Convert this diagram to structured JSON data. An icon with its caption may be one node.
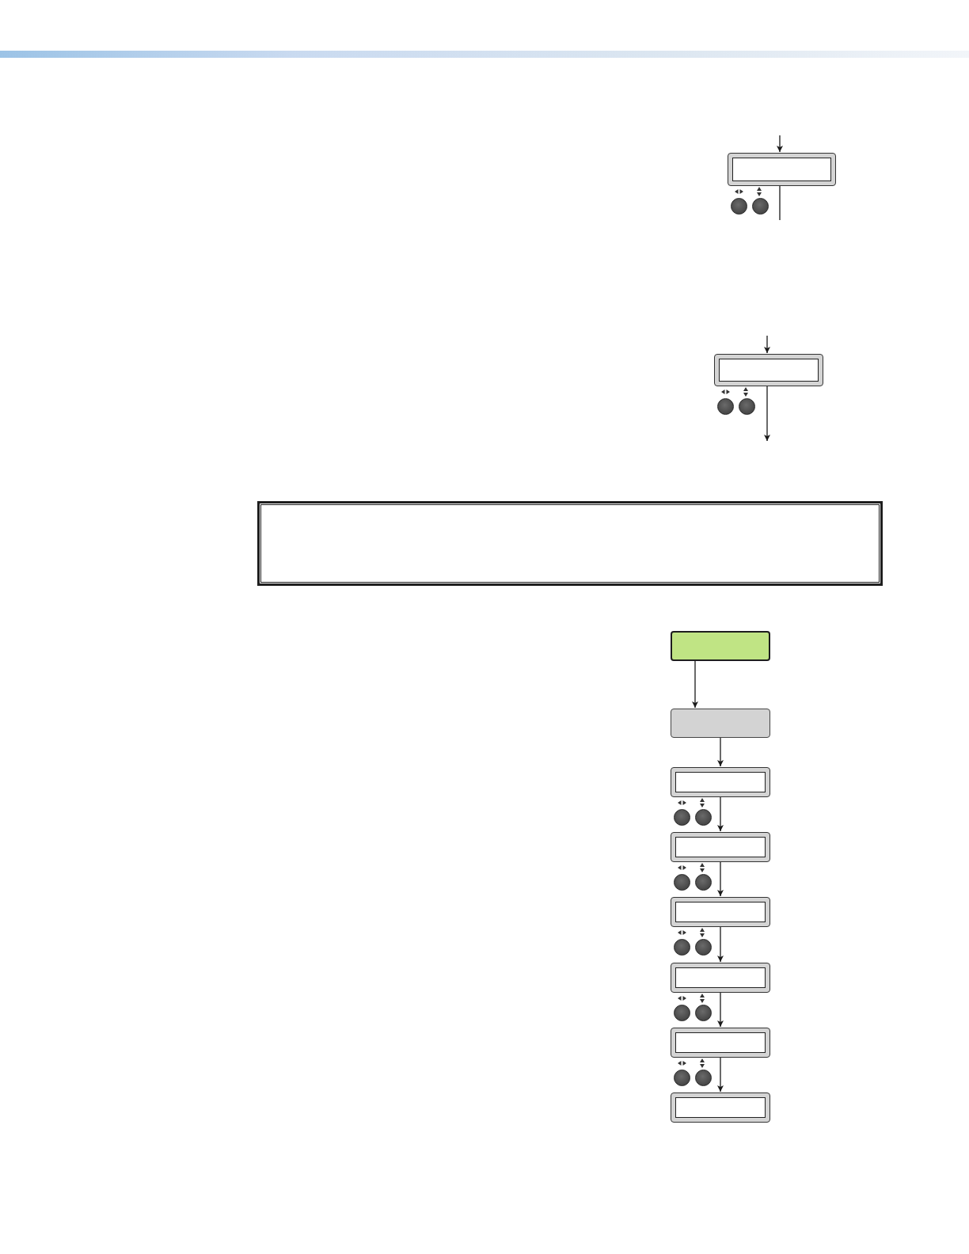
{
  "diagram": {
    "nodes": [
      {
        "text": [],
        "shape": "box"
      },
      {
        "text": [],
        "shape": "box"
      },
      {
        "text": [],
        "shape": "box"
      },
      {
        "text": [],
        "shape": "box"
      },
      {
        "text": [],
        "shape": "box"
      },
      {
        "text": [],
        "shape": "box"
      },
      {
        "text": [],
        "shape": "box"
      },
      {
        "text": [],
        "shape": "box"
      },
      {
        "text": [],
        "shape": "box"
      },
      {
        "text": [],
        "shape": "box"
      }
    ],
    "edges": [
      {
        "from": null,
        "to": 0,
        "arrow": "to"
      },
      {
        "from": 0,
        "to": null,
        "arrow": "none"
      },
      {
        "from": null,
        "to": 1,
        "arrow": "to"
      },
      {
        "from": 1,
        "to": null,
        "arrow": "to"
      },
      {
        "from": 2,
        "to": 3,
        "arrow": "to"
      },
      {
        "from": 3,
        "to": 4,
        "arrow": "to"
      },
      {
        "from": 4,
        "to": 5,
        "arrow": "to"
      },
      {
        "from": 5,
        "to": 6,
        "arrow": "to"
      },
      {
        "from": 6,
        "to": 7,
        "arrow": "to"
      },
      {
        "from": 7,
        "to": 8,
        "arrow": "to"
      },
      {
        "from": 8,
        "to": 9,
        "arrow": "to"
      }
    ]
  }
}
